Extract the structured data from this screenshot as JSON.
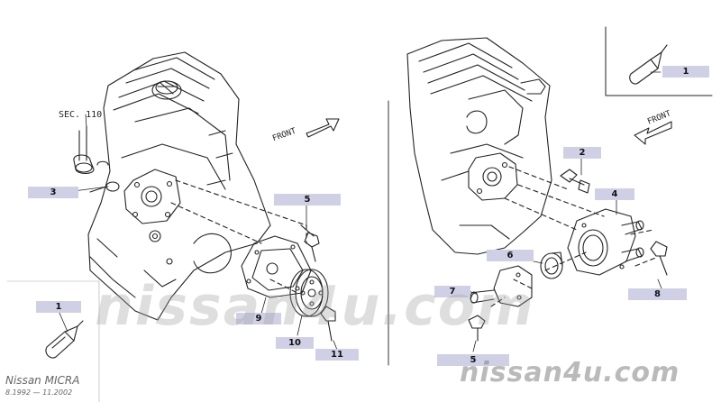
{
  "labels": {
    "sec_ref": "SEC. 110",
    "front_left": "FRONT",
    "front_right": "FRONT"
  },
  "callouts": {
    "c1_top": "1",
    "c1_bottom": "1",
    "c2": "2",
    "c3": "3",
    "c4": "4",
    "c5_left": "5",
    "c5_right": "5",
    "c6": "6",
    "c7": "7",
    "c8": "8",
    "c9": "9",
    "c10": "10",
    "c11": "11"
  },
  "watermark": {
    "main": "nissan4u.com",
    "corner": "nissan4u.com"
  },
  "model": {
    "name": "Nissan MICRA",
    "years": "8.1992 — 11.2002"
  },
  "colors": {
    "callout_bg": "#cfd0e6",
    "line": "#222222",
    "watermark": "#a0a0a0"
  }
}
